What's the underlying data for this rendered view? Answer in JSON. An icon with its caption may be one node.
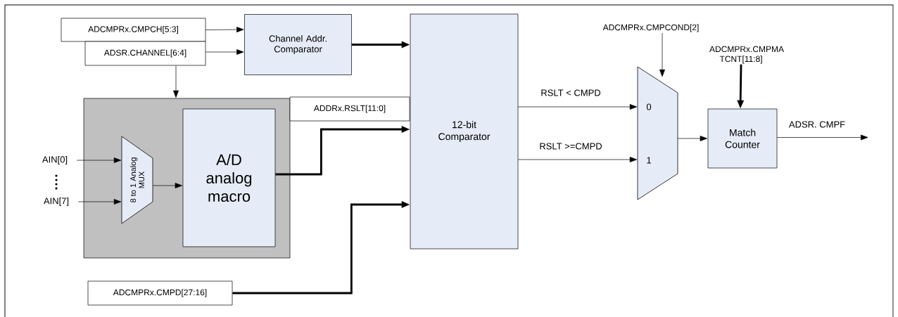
{
  "diagram": {
    "nodes": [
      {
        "text": [
          "ADCMPRx.CMPCH[5:3]"
        ]
      },
      {
        "text": [
          "ADSR.CHANNEL[6:4]"
        ]
      },
      {
        "text": [
          "Channel Addr. Comparator"
        ]
      },
      {
        "text": [],
        "shape": "box"
      },
      {
        "text": [
          "8 to 1 Analog MUX"
        ],
        "in": 3
      },
      {
        "text": [
          "A/D analog macro"
        ],
        "in": 3
      },
      {
        "text": [
          "AIN[0]"
        ]
      },
      {
        "text": [
          "AIN[7]"
        ]
      },
      {
        "text": [
          "ADDRx.RSLT[11:0]"
        ]
      },
      {
        "text": [
          "12-bit Comparator"
        ]
      },
      {
        "text": [
          "ADCMPRx.CMPD[27:16]"
        ]
      },
      {
        "text": [
          "ADCMPRx.CMPCOND[2]"
        ]
      },
      {
        "text": [
          "0",
          "1"
        ]
      },
      {
        "text": [
          "ADCMPRx.CMPMA TCNT[11:8]"
        ]
      },
      {
        "text": [
          "Match Counter"
        ]
      }
    ],
    "edges": [
      {
        "from": 0,
        "to": 2,
        "arrow": "to"
      },
      {
        "from": 1,
        "to": 2,
        "arrow": "to"
      },
      {
        "from": 1,
        "to": 3,
        "arrow": "to"
      },
      {
        "from": 2,
        "to": 9,
        "arrow": "to",
        "style": "thick"
      },
      {
        "from": 6,
        "to": 4,
        "arrow": "to"
      },
      {
        "from": 7,
        "to": 4,
        "arrow": "to"
      },
      {
        "from": 4,
        "to": 5,
        "arrow": "to"
      },
      {
        "from": 5,
        "to": 9,
        "arrow": "to",
        "style": "thick"
      },
      {
        "from": 10,
        "to": 9,
        "arrow": "to",
        "style": "thick"
      },
      {
        "from": 9,
        "to": 12,
        "arrow": "to",
        "label": "RSLT < CMPD"
      },
      {
        "from": 9,
        "to": 12,
        "arrow": "to",
        "label": "RSLT >=CMPD"
      },
      {
        "from": 11,
        "to": 12,
        "arrow": "to"
      },
      {
        "from": 12,
        "to": 14,
        "arrow": "to"
      },
      {
        "from": 13,
        "to": 14,
        "arrow": "to",
        "style": "thick"
      },
      {
        "from": 14,
        "to": null,
        "arrow": "to",
        "label": "ADSR. CMPF"
      }
    ]
  }
}
